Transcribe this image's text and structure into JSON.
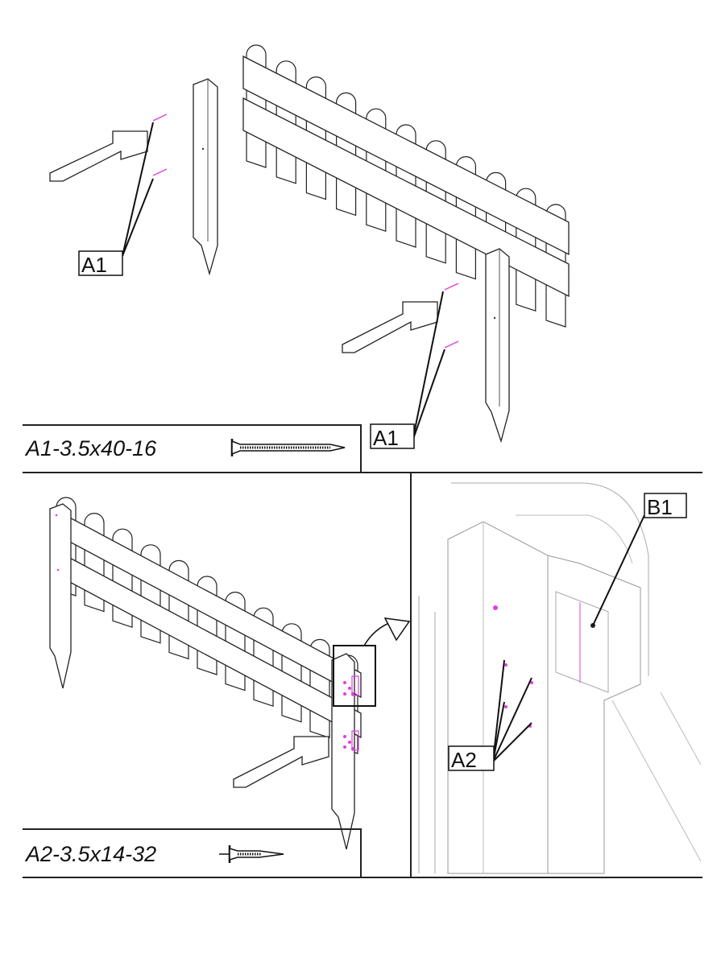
{
  "step_top": {
    "part_labels": [
      "A1",
      "A1"
    ],
    "caption": "A1-3.5x40-16"
  },
  "step_bottom": {
    "caption": "A2-3.5x14-32",
    "detail_labels": {
      "bracket": "B1",
      "screws": "A2"
    }
  },
  "colors": {
    "screw_highlight": "#e040e0",
    "line": "#222222"
  }
}
